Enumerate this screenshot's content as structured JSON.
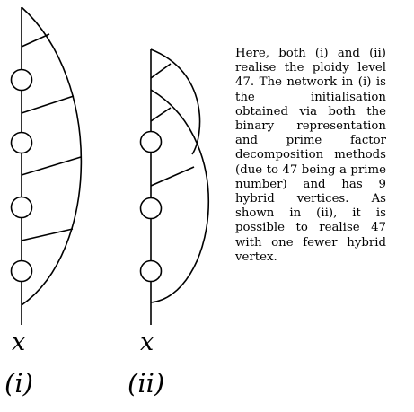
{
  "figure": {
    "network_i": {
      "leaf_label": "x",
      "panel_label": "(i)"
    },
    "network_ii": {
      "leaf_label": "x",
      "panel_label": "(ii)"
    }
  },
  "caption": {
    "text": "Here, both (i) and (ii) realise the ploidy level 47. The network in (i) is the initialisa­tion obtained via both the binary representa­tion and prime factor decomposition meth­ods (due to 47 being a prime number) and has 9 hybrid vertices. As shown in (ii), it is possible to realise 47 with one fewer hybrid vertex."
  }
}
